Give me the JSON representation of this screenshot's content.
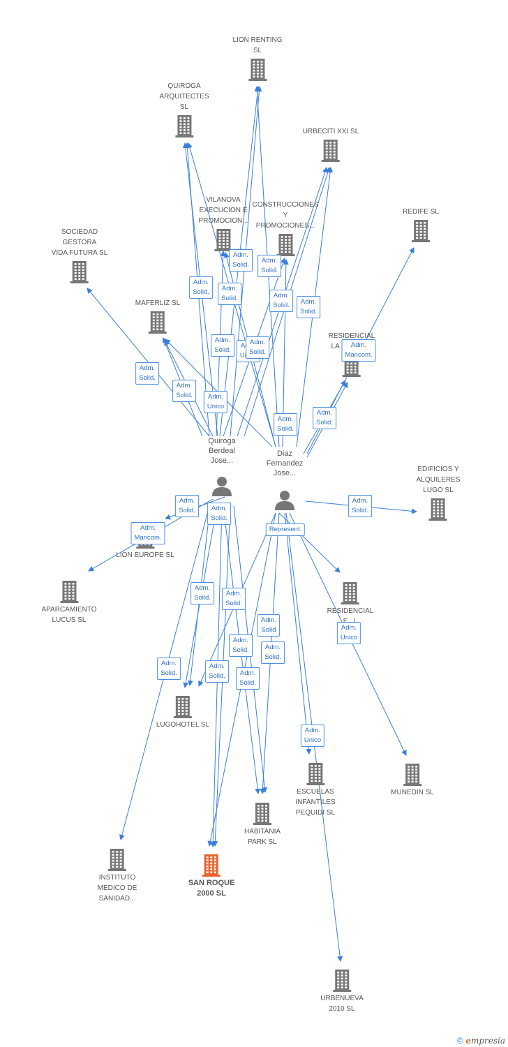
{
  "colors": {
    "edge": "#3a7fd9",
    "building": "#777777",
    "main_building": "#e8632b",
    "person": "#777777",
    "label_border": "#4a90e2"
  },
  "companies": [
    {
      "id": "lion-renting",
      "lines": [
        "LION RENTING",
        "SL"
      ]
    },
    {
      "id": "quiroga-arquitectes",
      "lines": [
        "QUIROGA",
        "ARQUITECTES",
        "SL"
      ]
    },
    {
      "id": "urbeciti",
      "lines": [
        "URBECITI XXI SL"
      ]
    },
    {
      "id": "vilanova",
      "lines": [
        "VILANOVA",
        "EXECUCION E",
        "PROMOCION..."
      ]
    },
    {
      "id": "construcciones",
      "lines": [
        "CONSTRUCCIONES",
        "Y",
        "PROMOCIONES..."
      ]
    },
    {
      "id": "redife",
      "lines": [
        "REDIFE SL"
      ]
    },
    {
      "id": "sociedad-gestora",
      "lines": [
        "SOCIEDAD",
        "GESTORA",
        "VIDA FUTURA SL"
      ]
    },
    {
      "id": "maferliz",
      "lines": [
        "MAFERLIZ SL"
      ]
    },
    {
      "id": "residencial-mariña",
      "lines": [
        "RESIDENCIAL",
        "LA MA...A SL"
      ]
    },
    {
      "id": "edificios-alquileres",
      "lines": [
        "EDIFICIOS Y",
        "ALQUILERES",
        "LUGO SL"
      ]
    },
    {
      "id": "lion-europe",
      "lines": [
        "LION EUROPE SL"
      ]
    },
    {
      "id": "aparcamiento",
      "lines": [
        "APARCAMIENTO",
        "LUCUS SL"
      ]
    },
    {
      "id": "residencial-2",
      "lines": [
        "RESIDENCIAL",
        "E...L"
      ]
    },
    {
      "id": "lugohotel",
      "lines": [
        "LUGOHOTEL SL"
      ]
    },
    {
      "id": "escuelas",
      "lines": [
        "ESCUELAS",
        "INFANTILES",
        "PEQUIDI SL"
      ]
    },
    {
      "id": "munedin",
      "lines": [
        "MUNEDIN SL"
      ]
    },
    {
      "id": "habitania",
      "lines": [
        "HABITANIA",
        "PARK SL"
      ]
    },
    {
      "id": "instituto",
      "lines": [
        "INSTITUTO",
        "MEDICO DE",
        "SANIDAD..."
      ]
    },
    {
      "id": "san-roque",
      "lines": [
        "SAN ROQUE",
        "2000 SL"
      ]
    },
    {
      "id": "urbenueva",
      "lines": [
        "URBENUEVA",
        "2010 SL"
      ]
    }
  ],
  "persons": [
    {
      "id": "quiroga-berdeal",
      "lines": [
        "Quiroga",
        "Berdeal",
        "Jose..."
      ]
    },
    {
      "id": "diaz-fernandez",
      "lines": [
        "Diaz",
        "Fernandez",
        "Jose..."
      ]
    }
  ],
  "edge_labels": [
    {
      "lines": [
        "Adm.",
        "Solid."
      ]
    },
    {
      "lines": [
        "Adm.",
        "Solid."
      ]
    },
    {
      "lines": [
        "Adm.",
        "Solid."
      ]
    },
    {
      "lines": [
        "Adm.",
        "Solid."
      ]
    },
    {
      "lines": [
        "Adm.",
        "Solid."
      ]
    },
    {
      "lines": [
        "Adm.",
        "Solid."
      ]
    },
    {
      "lines": [
        "Adm.",
        "Solid."
      ]
    },
    {
      "lines": [
        "Adm.",
        "Unico"
      ]
    },
    {
      "lines": [
        "Adm.",
        "Solid."
      ]
    },
    {
      "lines": [
        "Adm.",
        "Mancom."
      ]
    },
    {
      "lines": [
        "Adm.",
        "Solid."
      ]
    },
    {
      "lines": [
        "Adm.",
        "Solid."
      ]
    },
    {
      "lines": [
        "Adm.",
        "Unico"
      ]
    },
    {
      "lines": [
        "Adm.",
        "Solid."
      ]
    },
    {
      "lines": [
        "Adm.",
        "Solid."
      ]
    },
    {
      "lines": [
        "Adm.",
        "Solid."
      ]
    },
    {
      "lines": [
        "Adm.",
        "Solid."
      ]
    },
    {
      "lines": [
        "Adm.",
        "Solid."
      ]
    },
    {
      "lines": [
        "Adm.",
        "Mancom."
      ]
    },
    {
      "lines": [
        "Represent."
      ]
    },
    {
      "lines": [
        "Adm.",
        "Solid."
      ]
    },
    {
      "lines": [
        "Adm.",
        "Solid."
      ]
    },
    {
      "lines": [
        "Adm.",
        "Solid"
      ]
    },
    {
      "lines": [
        "Adm.",
        "Unico"
      ]
    },
    {
      "lines": [
        "Adm.",
        "Solid."
      ]
    },
    {
      "lines": [
        "Adm.",
        "Solid."
      ]
    },
    {
      "lines": [
        "Adm.",
        "Solid."
      ]
    },
    {
      "lines": [
        "Adm.",
        "Solid."
      ]
    },
    {
      "lines": [
        "Adm.",
        "Solid."
      ]
    },
    {
      "lines": [
        "Adm.",
        "Unico"
      ]
    }
  ],
  "footer": {
    "copyright": "©",
    "brand_initial": "e",
    "brand_rest": "mpresia"
  }
}
